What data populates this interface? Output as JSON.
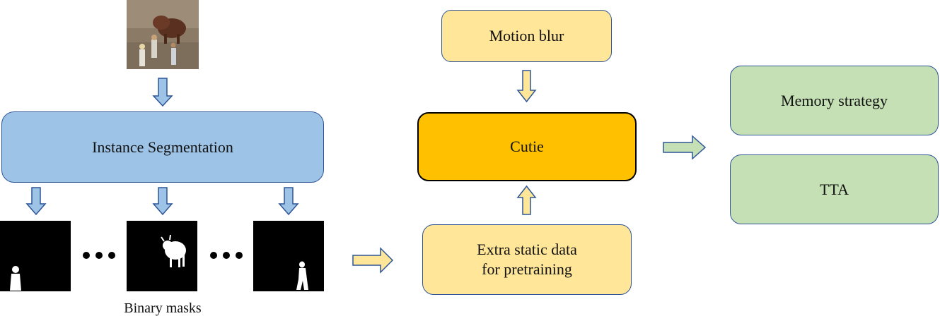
{
  "diagram": {
    "input_image": {
      "description_icon": "video-frame-thumbnail"
    },
    "instance_segmentation": {
      "label": "Instance Segmentation"
    },
    "binary_masks": {
      "caption": "Binary masks",
      "count_shown": 3
    },
    "motion_blur": {
      "label": "Motion blur"
    },
    "cutie": {
      "label": "Cutie"
    },
    "extra_static_data": {
      "line1": "Extra static data",
      "line2": "for pretraining"
    },
    "memory_strategy": {
      "label": "Memory strategy"
    },
    "tta": {
      "label": "TTA"
    },
    "colors": {
      "segmentation_fill": "#9dc3e6",
      "arrow_blue_fill": "#9dc3e6",
      "border_blue": "#2f5597",
      "cutie_fill": "#ffc000",
      "light_yellow_fill": "#ffe699",
      "green_fill": "#c5e0b4",
      "green_arrow_fill": "#c5e0b4"
    }
  }
}
